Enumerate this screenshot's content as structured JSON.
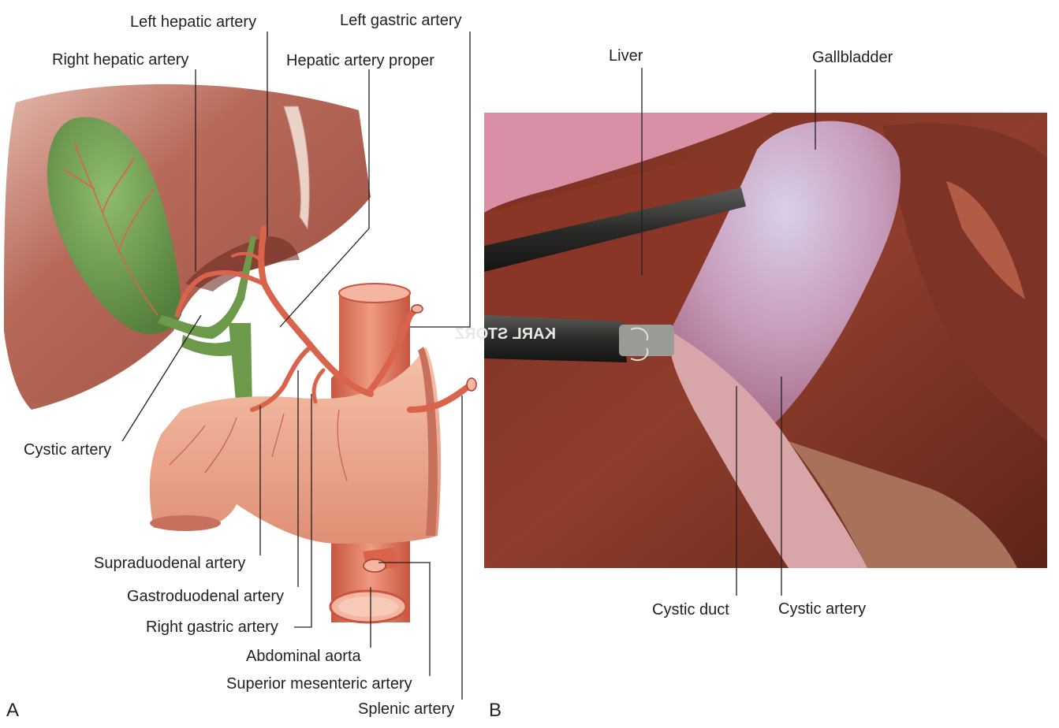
{
  "panels": {
    "a": {
      "letter": "A",
      "labels": {
        "left_hepatic_artery": "Left hepatic artery",
        "left_gastric_artery": "Left gastric artery",
        "right_hepatic_artery": "Right hepatic artery",
        "hepatic_artery_proper": "Hepatic artery proper",
        "cystic_artery": "Cystic artery",
        "supraduodenal_artery": "Supraduodenal artery",
        "gastroduodenal_artery": "Gastroduodenal artery",
        "right_gastric_artery": "Right gastric artery",
        "abdominal_aorta": "Abdominal aorta",
        "superior_mesenteric_artery": "Superior mesenteric artery",
        "splenic_artery": "Splenic artery"
      }
    },
    "b": {
      "letter": "B",
      "scope_brand_text": "KARL STORZ",
      "labels": {
        "liver": "Liver",
        "gallbladder": "Gallbladder",
        "cystic_duct": "Cystic duct",
        "cystic_artery": "Cystic artery"
      }
    }
  },
  "colors": {
    "liver": "#a5574a",
    "gallbladder": "#6f9a4f",
    "artery": "#d9634b",
    "aorta": "#e07a64",
    "duodenum": "#efa58a",
    "leader_line": "#231f20"
  }
}
